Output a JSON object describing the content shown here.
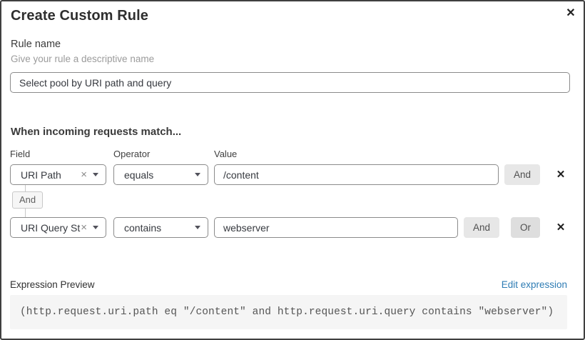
{
  "dialog": {
    "title": "Create Custom Rule"
  },
  "icons": {
    "close": "✕",
    "remove": "✕",
    "clear": "×",
    "caret": "chevron-down"
  },
  "rule_name": {
    "label": "Rule name",
    "helper": "Give your rule a descriptive name",
    "value": "Select pool by URI path and query"
  },
  "matcher": {
    "heading": "When incoming requests match...",
    "columns": {
      "field": "Field",
      "operator": "Operator",
      "value": "Value"
    },
    "connector_label": "And",
    "rows": [
      {
        "field": "URI Path",
        "operator": "equals",
        "value": "/content",
        "and_label": "And"
      },
      {
        "field": "URI Query St...",
        "operator": "contains",
        "value": "webserver",
        "and_label": "And",
        "or_label": "Or"
      }
    ]
  },
  "expression": {
    "label": "Expression Preview",
    "edit_link": "Edit expression",
    "code": "(http.request.uri.path eq \"/content\" and http.request.uri.query contains \"webserver\")"
  },
  "colors": {
    "dialog_border": "#3f3f3f",
    "input_border": "#8b8b8b",
    "and_button_bg": "#e7e7e7",
    "or_button_bg": "#dedede",
    "connector_badge_bg": "#f6f6f6",
    "code_block_bg": "#f5f5f5",
    "link_blue": "#2e7cb4",
    "helper_gray": "#9b9b9b"
  }
}
